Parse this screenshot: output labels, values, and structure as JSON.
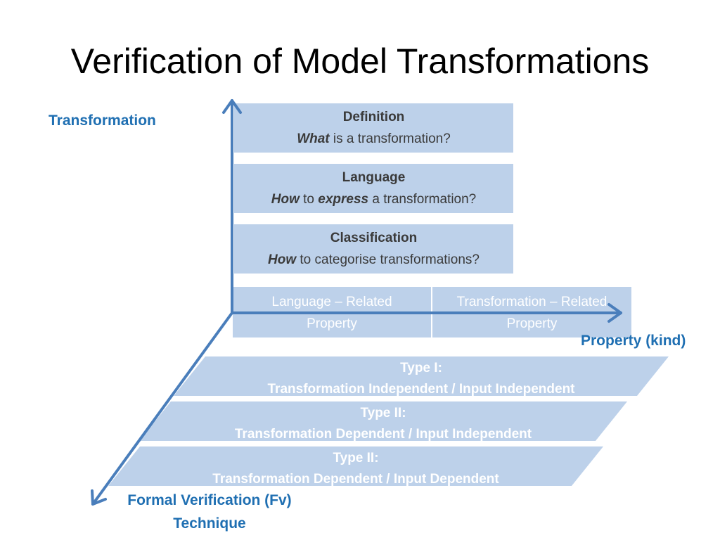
{
  "title": "Verification of Model Transformations",
  "axes": {
    "y_label": "Transformation",
    "x_label": "Property (kind)",
    "z_label_line1": "Formal Verification (Fv)",
    "z_label_line2": "Technique"
  },
  "boxes": {
    "definition": {
      "head": "Definition",
      "q_em": "What",
      "q_rest": " is a transformation?"
    },
    "language": {
      "head": "Language",
      "q_em1": "How",
      "q_mid": " to ",
      "q_em2": "express",
      "q_rest": " a transformation?"
    },
    "classification": {
      "head": "Classification",
      "q_em": "How",
      "q_rest": " to categorise transformations?"
    }
  },
  "properties": {
    "language_related_line1": "Language – Related",
    "language_related_line2": "Property",
    "transformation_related_line1": "Transformation – Related",
    "transformation_related_line2": "Property"
  },
  "bands": [
    {
      "line1": "Type I:",
      "line2": "Transformation Independent / Input Independent"
    },
    {
      "line1": "Type II:",
      "line2": "Transformation Dependent / Input Independent"
    },
    {
      "line1": "Type II:",
      "line2": "Transformation Dependent / Input Dependent"
    }
  ],
  "colors": {
    "box_fill": "#bdd1ea",
    "axis": "#4a7ebb",
    "axis_label": "#1f6fb2"
  }
}
